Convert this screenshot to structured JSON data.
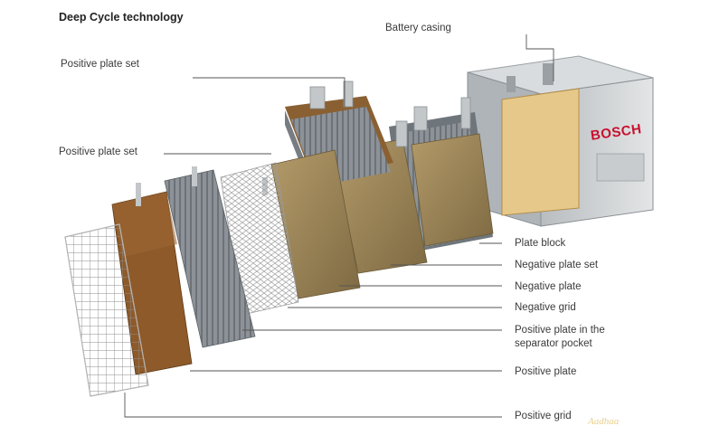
{
  "title": "Deep Cycle technology",
  "brand": "BOSCH",
  "watermark": "Aadhaa",
  "labels": {
    "battery_casing": "Battery casing",
    "positive_plate_set_top": "Positive plate set",
    "positive_plate_set_mid": "Positive plate set",
    "plate_block": "Plate block",
    "negative_plate_set": "Negative plate set",
    "negative_plate": "Negative plate",
    "negative_grid": "Negative grid",
    "positive_plate_separator_line1": "Positive plate in the",
    "positive_plate_separator_line2": "separator pocket",
    "positive_plate": "Positive plate",
    "positive_grid": "Positive grid"
  },
  "colors": {
    "background": "#ffffff",
    "leader_line": "#555555",
    "plate_brown": "#8e5a2a",
    "plate_tan": "#a08a5c",
    "casing_grey": "#cfd2d4",
    "brand_red": "#c8102e"
  }
}
